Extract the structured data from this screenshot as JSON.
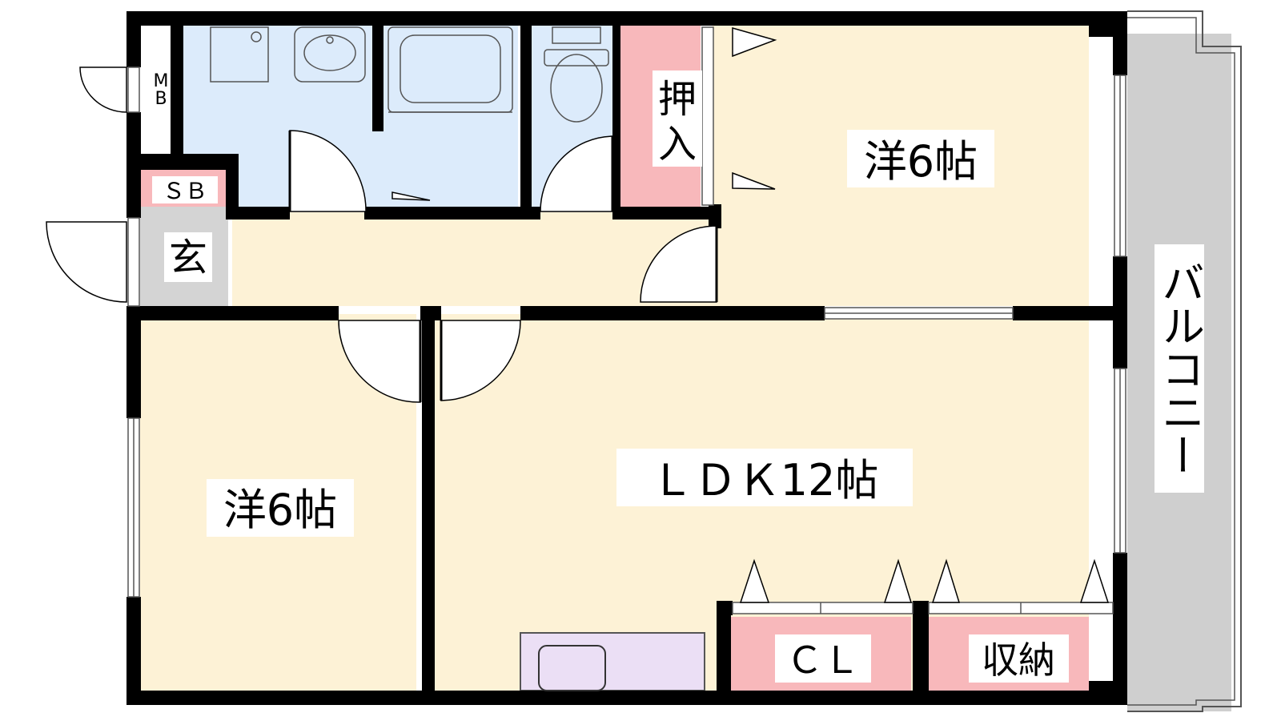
{
  "rooms": {
    "western_room_upper": "洋6帖",
    "western_room_lower": "洋6帖",
    "ldk": "ＬＤＫ12帖",
    "balcony": "バルコニー",
    "closet_upper": [
      "押",
      "入"
    ],
    "closet_cl": "ＣＬ",
    "storage": "収納",
    "entrance": "玄",
    "shoe_box": "ＳＢ",
    "meter_box": [
      "M",
      "B"
    ]
  },
  "colors": {
    "wet_area": "#dcebfb",
    "living": "#fdf2d6",
    "closet": "#f8b8bb",
    "kitchen": "#ebdff5",
    "entrance": "#d4d4d4",
    "balcony": "#cfcfcf",
    "wall": "#000000"
  }
}
